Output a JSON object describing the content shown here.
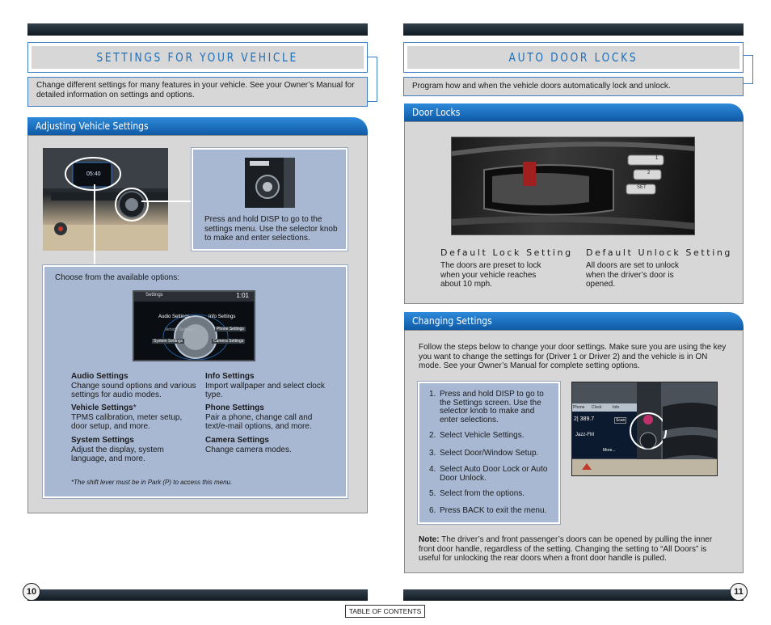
{
  "left": {
    "title": "SETTINGS FOR YOUR VEHICLE",
    "intro": "Change different settings for many features in your vehicle. See your Owner’s Manual for detailed information on settings and options.",
    "section_title": "Adjusting Vehicle Settings",
    "clock_display": "05:40",
    "disp_instruction": "Press and hold DISP to go to the settings menu. Use the selector knob to make and enter selections.",
    "choose_label": "Choose from the available options:",
    "screen": {
      "header": "Settings",
      "time": "1:01",
      "items": [
        "Audio Settings",
        "Info Settings",
        "Phone Settings",
        "System Settings",
        "Camera Settings",
        "Vehicle Settings"
      ]
    },
    "options": [
      {
        "name": "Audio Settings",
        "desc": "Change sound options and various settings for audio modes."
      },
      {
        "name": "Info Settings",
        "desc": "Import wallpaper and select clock type."
      },
      {
        "name": "Vehicle Settings",
        "mark": "*",
        "desc": "TPMS calibration, meter setup, door setup, and more."
      },
      {
        "name": "Phone Settings",
        "desc": "Pair a phone, change call and text/e-mail options, and more."
      },
      {
        "name": "System Settings",
        "desc": "Adjust the display, system language, and more."
      },
      {
        "name": "Camera Settings",
        "desc": "Change camera modes."
      }
    ],
    "footnote": "*The shift lever must be in Park (P) to access this menu.",
    "page_number": "10"
  },
  "right": {
    "title": "AUTO DOOR LOCKS",
    "intro": "Program how and when the vehicle doors automatically lock and unlock.",
    "door_locks_title": "Door Locks",
    "memory_buttons": [
      "1",
      "2",
      "SET"
    ],
    "default_lock_title": "Default Lock Setting",
    "default_lock_text": "The doors are preset to lock when your vehicle reaches about 10 mph.",
    "default_unlock_title": "Default Unlock Setting",
    "default_unlock_text": "All doors are set to unlock when the driver’s door is opened.",
    "changing_title": "Changing Settings",
    "changing_intro": "Follow the steps below to change your door settings. Make sure you are using the key you want to change the settings for (Driver 1 or Driver 2) and the vehicle is in ON mode. See your Owner’s Manual for complete setting options.",
    "steps": [
      "Press and hold DISP to go to the Settings screen. Use the selector knob to make and enter selections.",
      "Select Vehicle Settings.",
      "Select Door/Window Setup.",
      "Select Auto Door Lock or Auto Door Unlock.",
      "Select from the options.",
      "Press BACK to exit the menu."
    ],
    "radio": {
      "tabs": [
        "Phone",
        "Clock",
        "Info"
      ],
      "freq": "2| 389.7",
      "btn": "Scan",
      "station": "Jazz-FM",
      "more": "More..."
    },
    "note_label": "Note:",
    "note_text": " The driver’s and front passenger’s doors can be opened by pulling the inner front door handle, regardless of the setting. Changing the setting to “All Doors” is useful for unlocking the rear doors when a front door handle is pulled.",
    "page_number": "11"
  },
  "footer": {
    "toc": "TABLE OF CONTENTS"
  }
}
